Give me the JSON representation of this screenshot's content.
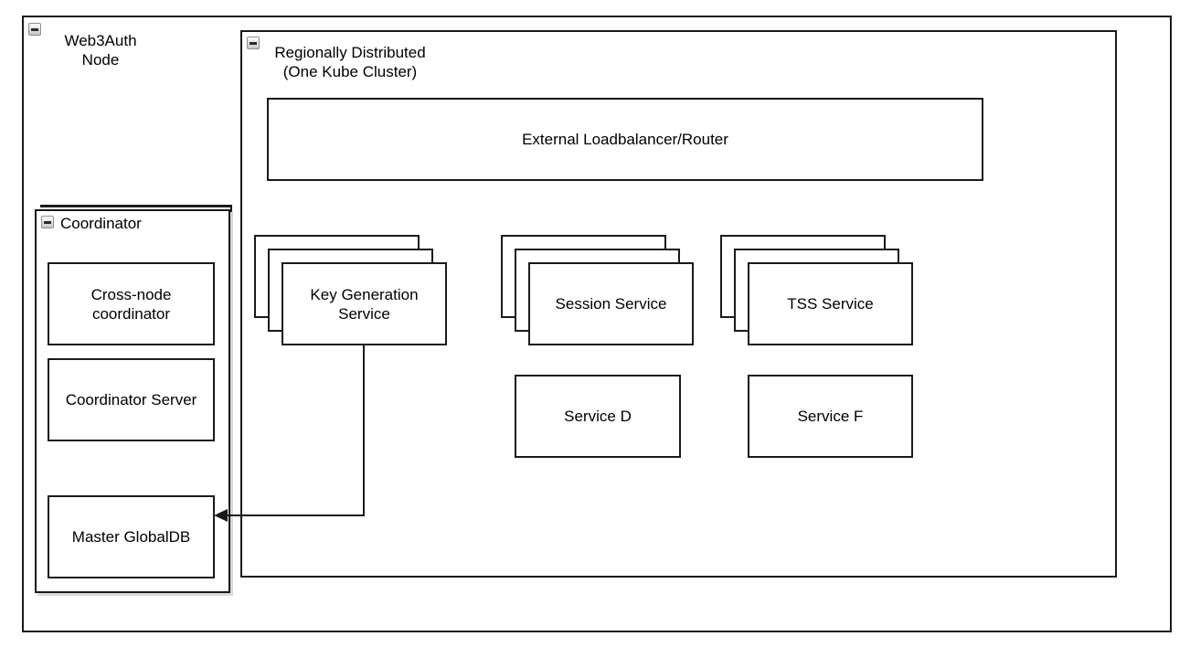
{
  "diagram": {
    "type": "architecture-diagram",
    "containers": {
      "web3auth_node": {
        "label": "Web3Auth\nNode",
        "collapse_icon": "minus-icon",
        "collapsed": false
      },
      "regionally_distributed": {
        "label": "Regionally Distributed\n(One Kube Cluster)",
        "collapse_icon": "minus-icon",
        "collapsed": false
      },
      "coordinator": {
        "label": "Coordinator",
        "collapse_icon": "minus-icon",
        "collapsed": false
      }
    },
    "nodes": {
      "external_loadbalancer": {
        "label": "External Loadbalancer/Router"
      },
      "cross_node_coordinator": {
        "label": "Cross-node\ncoordinator"
      },
      "coordinator_server": {
        "label": "Coordinator Server"
      },
      "master_globaldb": {
        "label": "Master GlobalDB"
      },
      "key_generation_service": {
        "label": "Key Generation\nService",
        "replica_count": 3
      },
      "session_service": {
        "label": "Session Service",
        "replica_count": 3
      },
      "tss_service": {
        "label": "TSS Service",
        "replica_count": 3
      },
      "service_d": {
        "label": "Service D"
      },
      "service_f": {
        "label": "Service F"
      }
    },
    "edges": [
      {
        "from": "key_generation_service",
        "to": "master_globaldb",
        "style": "orthogonal",
        "arrowhead": "target-left"
      }
    ],
    "colors": {
      "background": "#ffffff",
      "stroke": "#1a1a1a",
      "shape_fill": "#ffffff",
      "coordinator_shadow": "#d9d9d9",
      "collapse_icon_border": "#8f8f8f"
    }
  }
}
